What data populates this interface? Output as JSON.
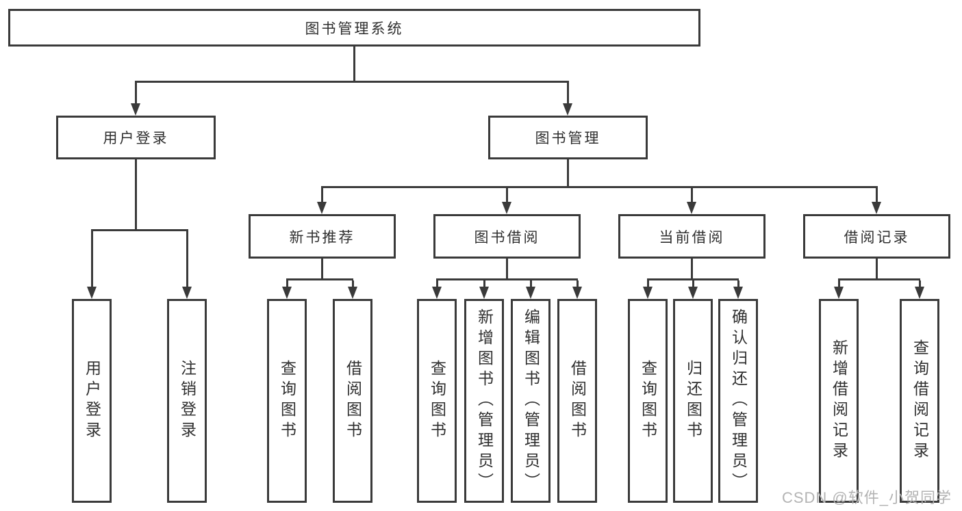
{
  "diagram": {
    "root_label": "图书管理系统",
    "branches": [
      {
        "label": "用户登录",
        "children": [
          "用户登录",
          "注销登录"
        ]
      },
      {
        "label": "图书管理",
        "groups": [
          {
            "label": "新书推荐",
            "children": [
              "查询图书",
              "借阅图书"
            ]
          },
          {
            "label": "图书借阅",
            "children": [
              "查询图书",
              "新增图书（管理员）",
              "编辑图书（管理员）",
              "借阅图书"
            ]
          },
          {
            "label": "当前借阅",
            "children": [
              "查询图书",
              "归还图书",
              "确认归还（管理员）"
            ]
          },
          {
            "label": "借阅记录",
            "children": [
              "新增借阅记录",
              "查询借阅记录"
            ]
          }
        ]
      }
    ],
    "watermark": "CSDN @软件_小贺同学",
    "colors": {
      "line": "#3a3a3a",
      "text": "#2f2f2f",
      "background": "#ffffff",
      "watermark": "#b3b3b3"
    }
  }
}
